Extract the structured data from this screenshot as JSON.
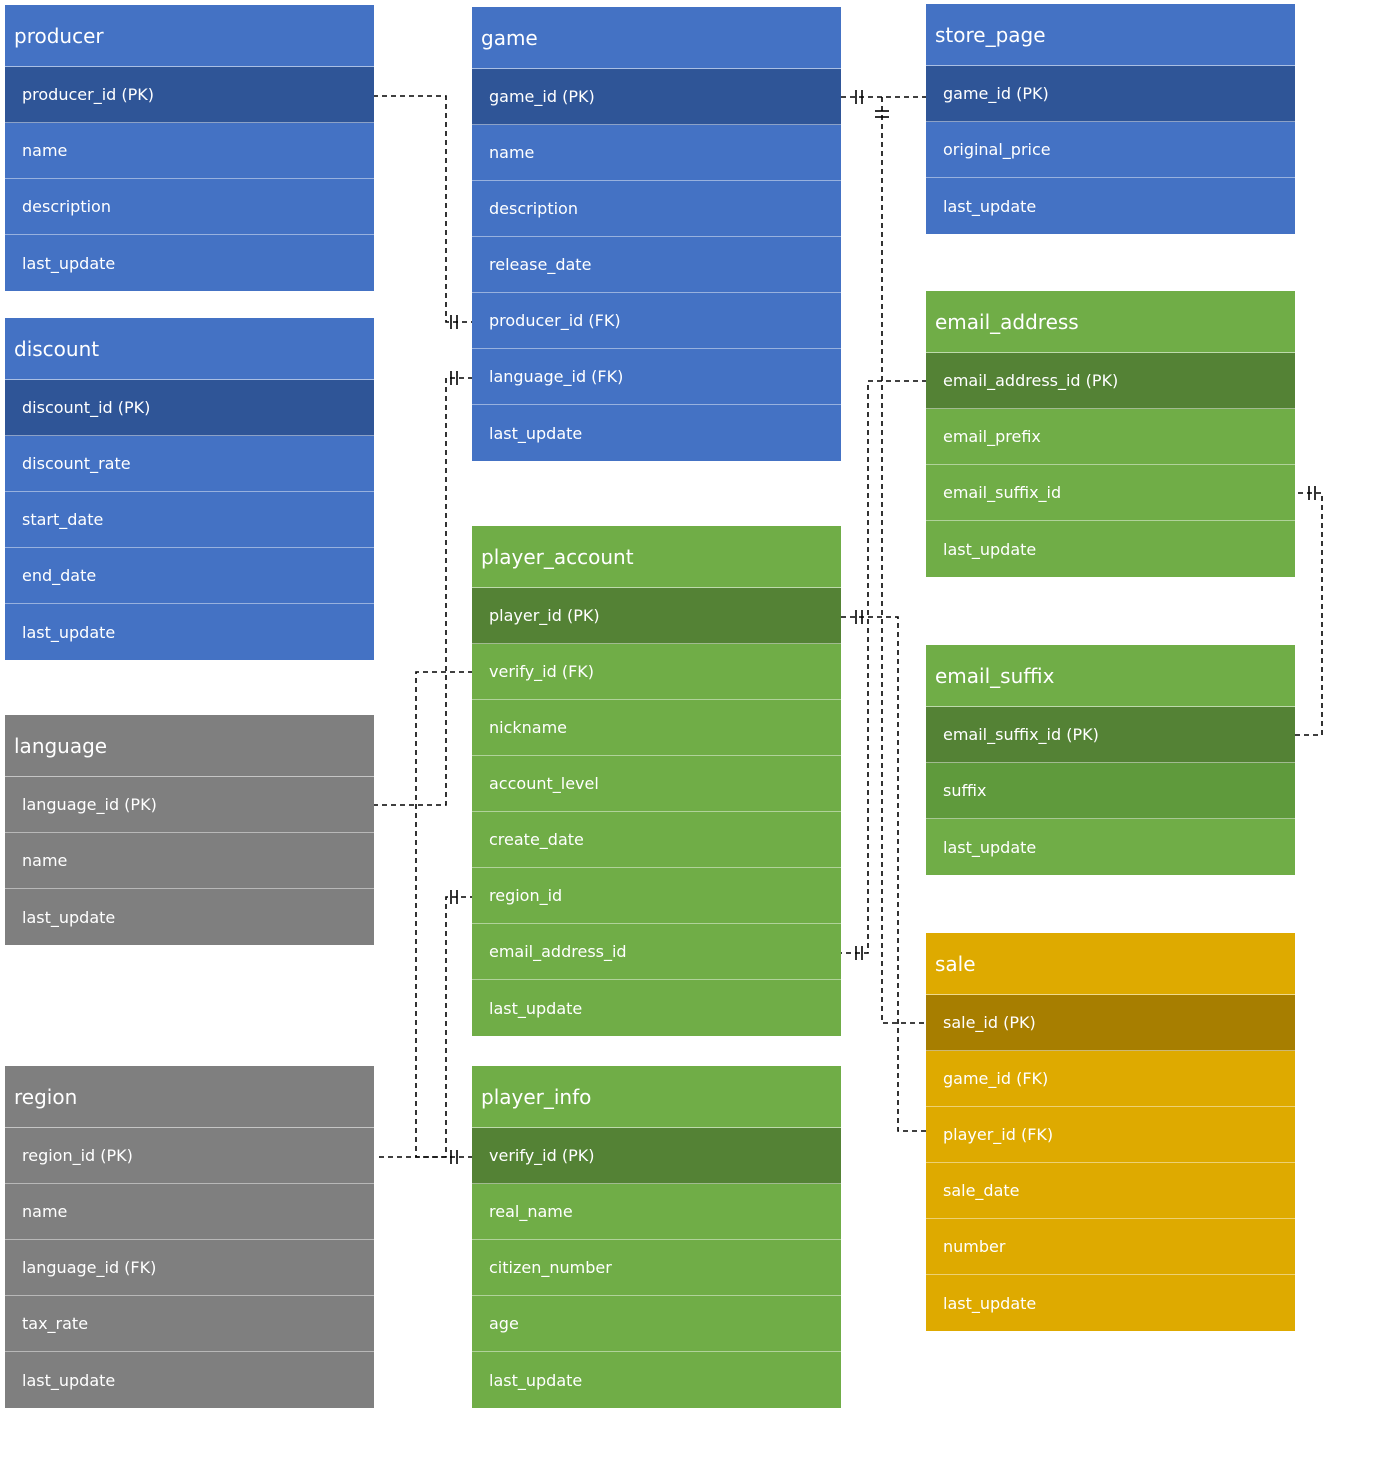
{
  "tables": {
    "producer": {
      "title": "producer",
      "rows": [
        "producer_id (PK)",
        "name",
        "description",
        "last_update"
      ]
    },
    "discount": {
      "title": "discount",
      "rows": [
        "discount_id (PK)",
        "discount_rate",
        "start_date",
        "end_date",
        "last_update"
      ]
    },
    "language": {
      "title": "language",
      "rows": [
        "language_id (PK)",
        "name",
        "last_update"
      ]
    },
    "region": {
      "title": "region",
      "rows": [
        "region_id (PK)",
        "name",
        "language_id (FK)",
        "tax_rate",
        "last_update"
      ]
    },
    "game": {
      "title": "game",
      "rows": [
        "game_id (PK)",
        "name",
        "description",
        "release_date",
        "producer_id (FK)",
        "language_id (FK)",
        "last_update"
      ]
    },
    "player_account": {
      "title": "player_account",
      "rows": [
        "player_id (PK)",
        "verify_id (FK)",
        "nickname",
        "account_level",
        "create_date",
        "region_id",
        "email_address_id",
        "last_update"
      ]
    },
    "player_info": {
      "title": "player_info",
      "rows": [
        "verify_id (PK)",
        "real_name",
        "citizen_number",
        "age",
        "last_update"
      ]
    },
    "store_page": {
      "title": "store_page",
      "rows": [
        "game_id (PK)",
        "original_price",
        "last_update"
      ]
    },
    "email_address": {
      "title": "email_address",
      "rows": [
        "email_address_id (PK)",
        "email_prefix",
        "email_suffix_id",
        "last_update"
      ]
    },
    "email_suffix": {
      "title": "email_suffix",
      "rows": [
        "email_suffix_id (PK)",
        "suffix",
        "last_update"
      ]
    },
    "sale": {
      "title": "sale",
      "rows": [
        "sale_id (PK)",
        "game_id (FK)",
        "player_id (FK)",
        "sale_date",
        "number",
        "last_update"
      ]
    }
  },
  "colors": {
    "blue": "#4472c4",
    "blue_key": "#2f5597",
    "green": "#70ad47",
    "green_key": "#548235",
    "gray": "#7f7f7f",
    "gold": "#deaa00",
    "gold_key": "#a77e00"
  }
}
